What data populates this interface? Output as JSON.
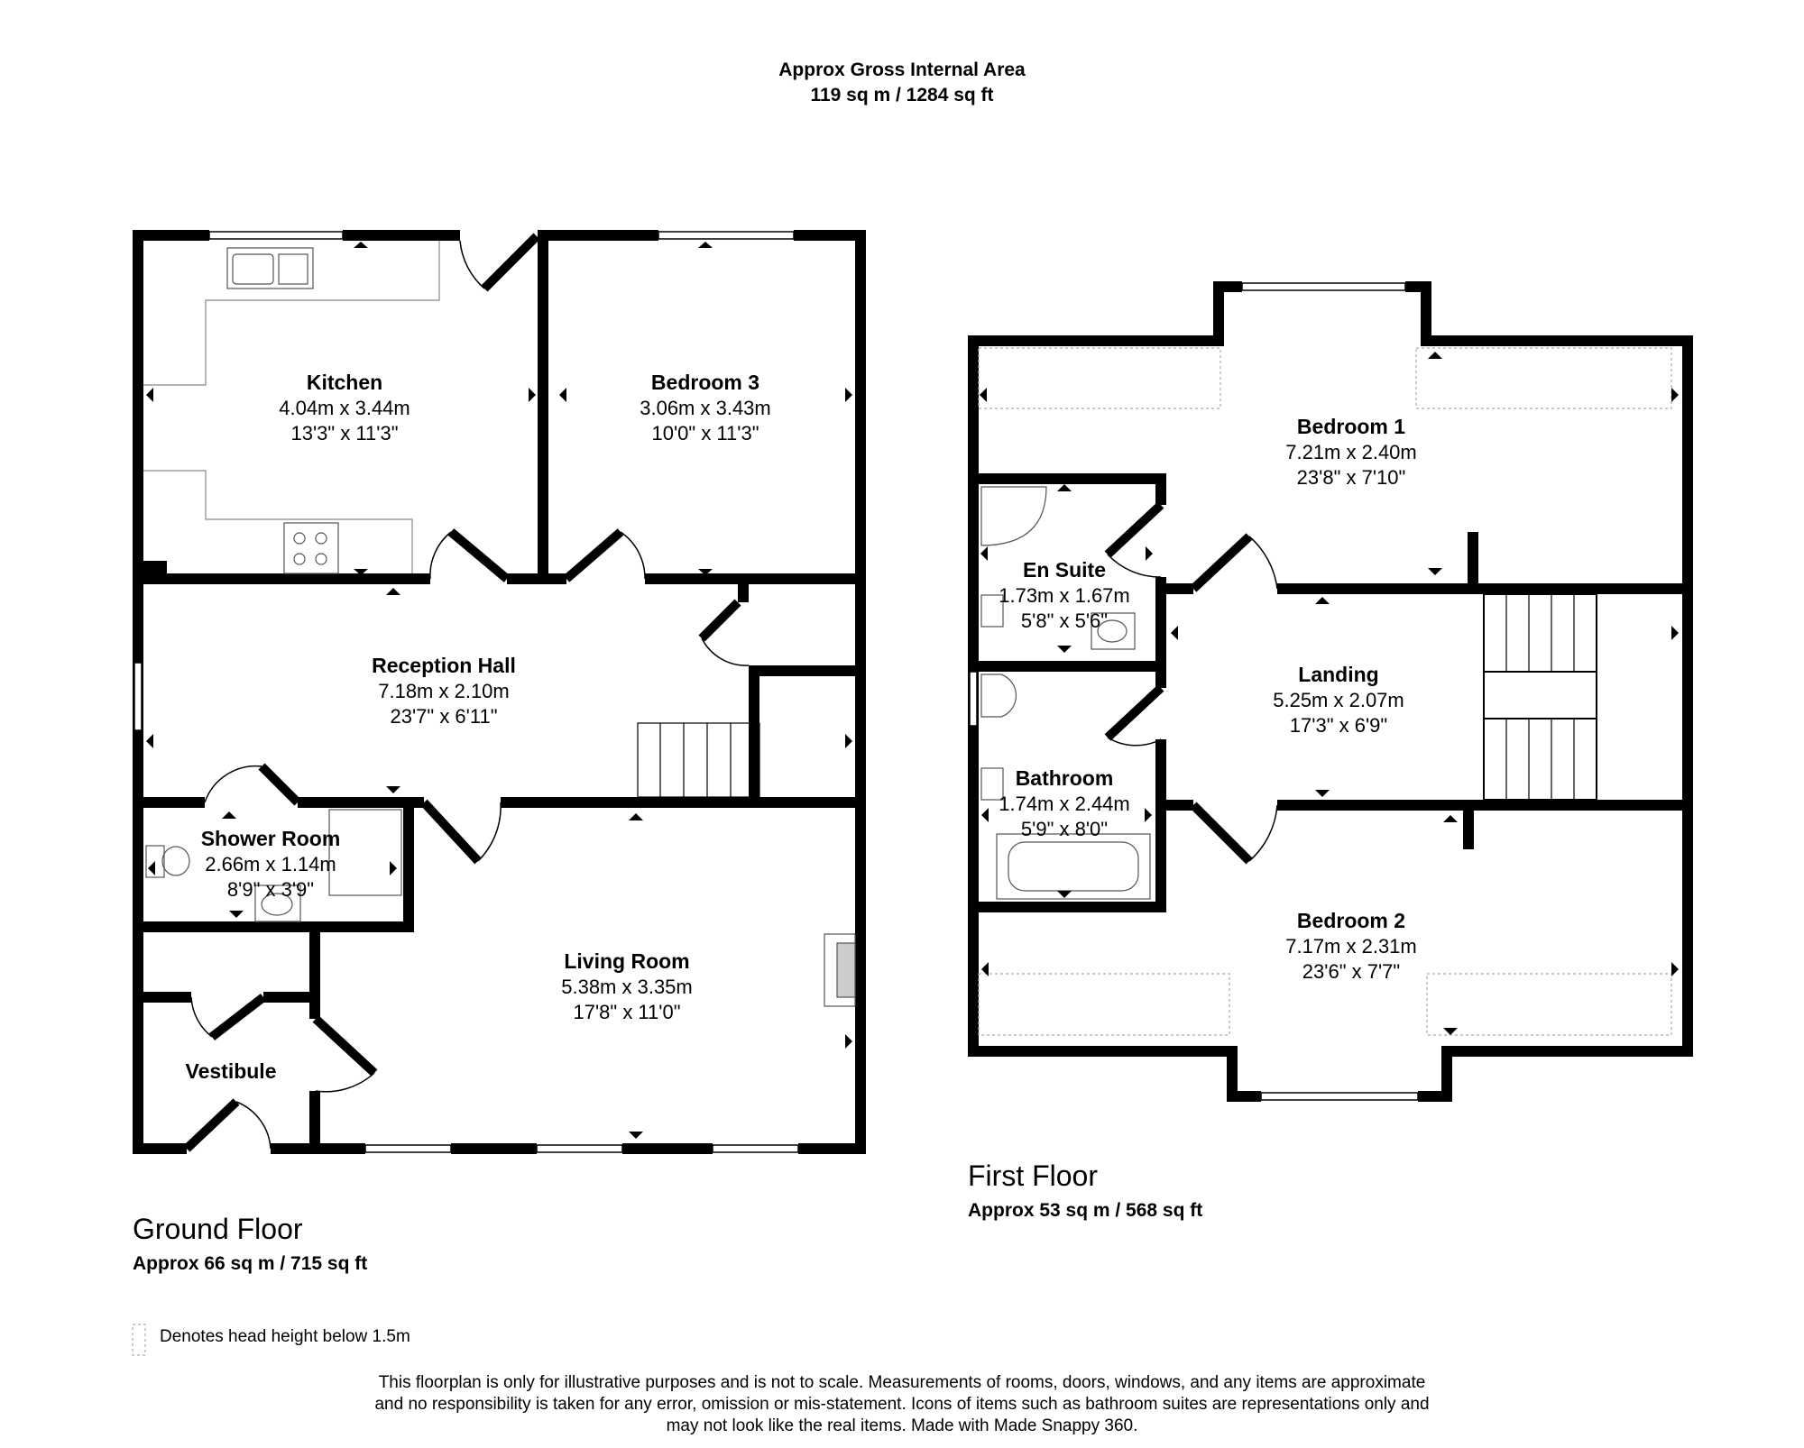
{
  "header": {
    "title": "Approx Gross Internal Area",
    "total_area": "119 sq m / 1284 sq ft"
  },
  "ground_floor": {
    "name": "Ground Floor",
    "area": "Approx 66 sq m / 715 sq ft",
    "rooms": [
      {
        "name": "Kitchen",
        "metric": "4.04m x 3.44m",
        "imperial": "13'3\" x 11'3\""
      },
      {
        "name": "Bedroom 3",
        "metric": "3.06m x 3.43m",
        "imperial": "10'0\" x 11'3\""
      },
      {
        "name": "Reception Hall",
        "metric": "7.18m x 2.10m",
        "imperial": "23'7\" x 6'11\""
      },
      {
        "name": "Shower Room",
        "metric": "2.66m x 1.14m",
        "imperial": "8'9\" x 3'9\""
      },
      {
        "name": "Living Room",
        "metric": "5.38m x 3.35m",
        "imperial": "17'8\" x 11'0\""
      },
      {
        "name": "Vestibule"
      }
    ]
  },
  "first_floor": {
    "name": "First Floor",
    "area": "Approx 53 sq m / 568 sq ft",
    "rooms": [
      {
        "name": "Bedroom 1",
        "metric": "7.21m x 2.40m",
        "imperial": "23'8\" x 7'10\""
      },
      {
        "name": "En Suite",
        "metric": "1.73m x 1.67m",
        "imperial": "5'8\" x 5'6\""
      },
      {
        "name": "Landing",
        "metric": "5.25m x 2.07m",
        "imperial": "17'3\" x 6'9\""
      },
      {
        "name": "Bathroom",
        "metric": "1.74m x 2.44m",
        "imperial": "5'9\" x 8'0\""
      },
      {
        "name": "Bedroom 2",
        "metric": "7.17m x 2.31m",
        "imperial": "23'6\" x 7'7\""
      }
    ]
  },
  "legend": {
    "text": "Denotes head height below 1.5m"
  },
  "disclaimer": {
    "lines": [
      "This floorplan is only for illustrative purposes and is not to scale. Measurements of rooms, doors, windows, and any items are approximate",
      "and no responsibility is taken for any error, omission or mis-statement. Icons of items such as bathroom suites are representations only and",
      "may not look like the real items. Made with Made Snappy 360."
    ]
  }
}
